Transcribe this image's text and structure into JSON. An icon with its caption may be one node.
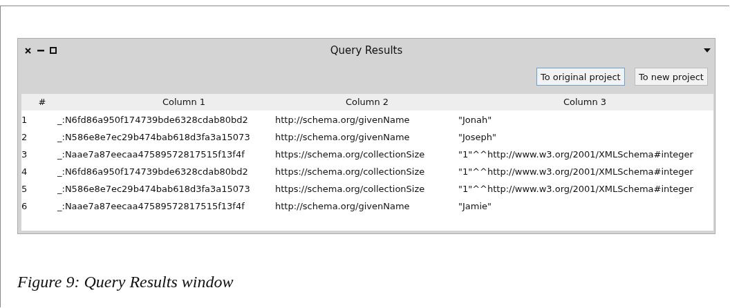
{
  "diagram": {
    "caption": "Figure 9: Query Results window",
    "labels": [
      "Query Results",
      "To original project",
      "To new project",
      "#",
      "Column 1",
      "Column 2",
      "Column 3",
      "1",
      "_:N6fd86a950f174739bde6328cdab80bd2",
      "http://schema.org/givenName",
      "\"Jonah\"",
      "2",
      "_:N586e8e7ec29b474bab618d3fa3a15073",
      "http://schema.org/givenName",
      "\"Joseph\"",
      "3",
      "_:Naae7a87eecaa47589572817515f13f4f",
      "https://schema.org/collectionSize",
      "\"1\"^^http://www.w3.org/2001/XMLSchema#integer",
      "4",
      "_:N6fd86a950f174739bde6328cdab80bd2",
      "https://schema.org/collectionSize",
      "\"1\"^^http://www.w3.org/2001/XMLSchema#integer",
      "5",
      "_:N586e8e7ec29b474bab618d3fa3a15073",
      "https://schema.org/collectionSize",
      "\"1\"^^http://www.w3.org/2001/XMLSchema#integer",
      "6",
      "_:Naae7a87eecaa47589572817515f13f4f",
      "http://schema.org/givenName",
      "\"Jamie\""
    ]
  }
}
